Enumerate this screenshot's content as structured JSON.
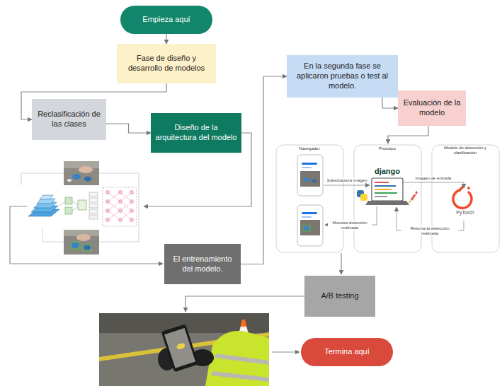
{
  "diagram": {
    "nodes": [
      {
        "text": [
          "Empieza aquí"
        ]
      },
      {
        "text": [
          "Fase de diseño y desarrollo de modelos"
        ]
      },
      {
        "text": [
          "Reclasificación de las clases"
        ]
      },
      {
        "text": [
          "Diseño de la arquitectura del modelo"
        ]
      },
      {
        "text": [
          "El entrenamiento del modelo."
        ]
      },
      {
        "text": [
          "En la segunda fase se aplicaron pruebas o test al modelo."
        ]
      },
      {
        "text": [
          "Evaluación de la modelo"
        ]
      },
      {
        "text": [
          "A/B testing"
        ]
      },
      {
        "text": [
          "Termina aquí"
        ]
      }
    ],
    "edges": [
      {
        "from": 0,
        "to": 1,
        "arrow": "to"
      },
      {
        "from": 1,
        "to": 2,
        "arrow": "to"
      },
      {
        "from": 2,
        "to": 3,
        "arrow": "to"
      },
      {
        "from": 4,
        "to": 5,
        "arrow": "to"
      },
      {
        "from": 5,
        "to": 6,
        "arrow": "to"
      }
    ],
    "labels": [
      "Navegador",
      "Prototipo",
      "Modelo de detección y clasificación",
      "Sube/captura imagen",
      "Imagen de entrada",
      "Retorna la detección realizada",
      "Muestra detección realizada",
      "django",
      "PyTorch"
    ]
  }
}
